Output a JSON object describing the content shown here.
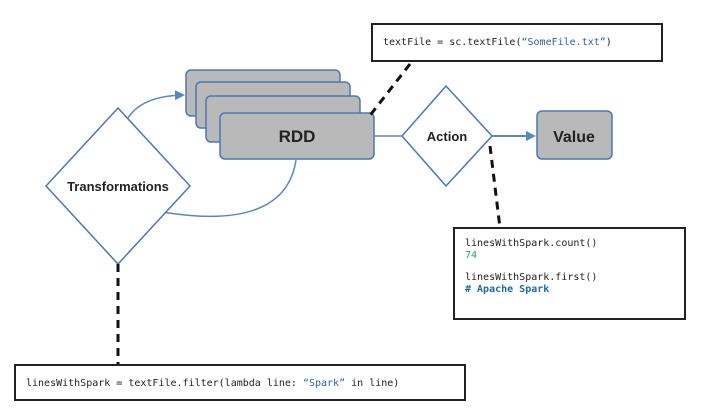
{
  "nodes": {
    "rdd_label": "RDD",
    "action_label": "Action",
    "value_label": "Value",
    "transformations_label": "Transformations"
  },
  "code": {
    "textfile": {
      "prefix": "textFile = sc.textFile(",
      "string": "“SomeFile.txt”",
      "suffix": ")"
    },
    "action_box": {
      "count_call": "linesWithSpark.count()",
      "count_result": "74",
      "first_call": "linesWithSpark.first()",
      "first_result": "# Apache Spark"
    },
    "filter": {
      "prefix": "linesWithSpark = textFile.filter(lambda line: ",
      "string": "“Spark”",
      "suffix": " in line)"
    }
  },
  "colors": {
    "node_fill": "#b9b9b9",
    "node_stroke": "#4a78b5",
    "arrow": "#5a86c2",
    "code_number": "#2a9d78",
    "code_comment": "#1b6aa5"
  }
}
